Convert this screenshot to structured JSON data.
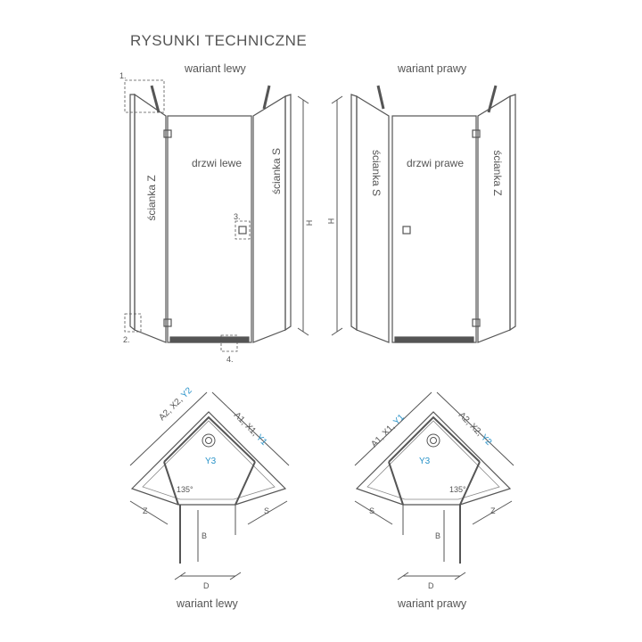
{
  "title": "RYSUNKI TECHNICZNE",
  "elevation": {
    "left": {
      "heading": "wariant lewy",
      "door": "drzwi lewe",
      "wall_z": "ścianka Z",
      "wall_s": "ścianka S",
      "dim_h": "H",
      "callouts": [
        "1.",
        "2.",
        "3.",
        "4."
      ]
    },
    "right": {
      "heading": "wariant prawy",
      "door": "drzwi prawe",
      "wall_z": "ścianka Z",
      "wall_s": "ścianka S",
      "dim_h": "H"
    }
  },
  "plan": {
    "left": {
      "caption": "wariant lewy",
      "dim_side_a": "A2, X2, ",
      "dim_side_a_y": "Y2",
      "dim_side_b": "A1, X1, ",
      "dim_side_b_y": "Y1",
      "y3": "Y3",
      "angle": "135°",
      "z": "Z",
      "s": "S",
      "b": "B",
      "d": "D"
    },
    "right": {
      "caption": "wariant prawy",
      "dim_side_a": "A1, X1, ",
      "dim_side_a_y": "Y1",
      "dim_side_b": "A2, X2, ",
      "dim_side_b_y": "Y2",
      "y3": "Y3",
      "angle": "135°",
      "z": "Z",
      "s": "S",
      "b": "B",
      "d": "D"
    }
  },
  "colors": {
    "line": "#555555",
    "accent": "#2a93c9"
  }
}
